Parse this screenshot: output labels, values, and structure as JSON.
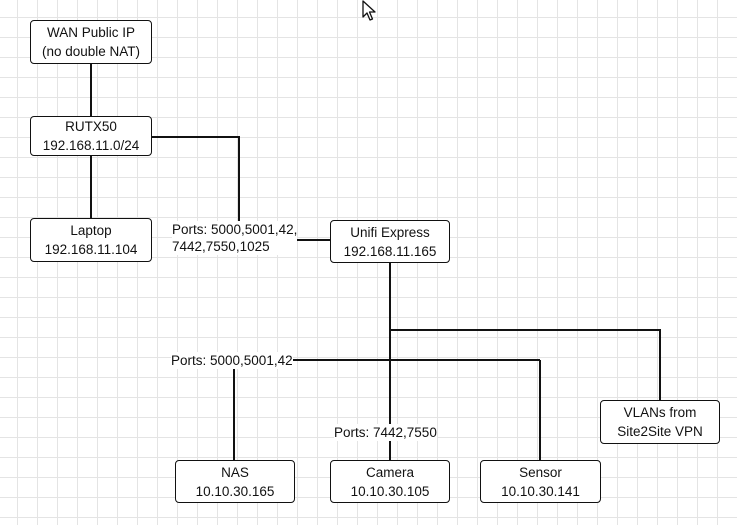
{
  "nodes": {
    "wan": {
      "line1": "WAN Public IP",
      "line2": "(no double NAT)"
    },
    "rutx50": {
      "line1": "RUTX50",
      "line2": "192.168.11.0/24"
    },
    "laptop": {
      "line1": "Laptop",
      "line2": "192.168.11.104"
    },
    "unifi": {
      "line1": "Unifi Express",
      "line2": "192.168.11.165"
    },
    "vlans": {
      "line1": "VLANs from",
      "line2": "Site2Site VPN"
    },
    "nas": {
      "line1": "NAS",
      "line2": "10.10.30.165"
    },
    "camera": {
      "line1": "Camera",
      "line2": "10.10.30.105"
    },
    "sensor": {
      "line1": "Sensor",
      "line2": "10.10.30.141"
    }
  },
  "labels": {
    "ports_unifi_line1": "Ports: 5000,5001,42,",
    "ports_unifi_line2": "7442,7550,1025",
    "ports_nas": "Ports: 5000,5001,42",
    "ports_camera": "Ports: 7442,7550"
  },
  "colors": {
    "line": "#111111",
    "grid": "#e4e4e4"
  },
  "icons": {
    "cursor": "mouse-pointer-icon"
  }
}
